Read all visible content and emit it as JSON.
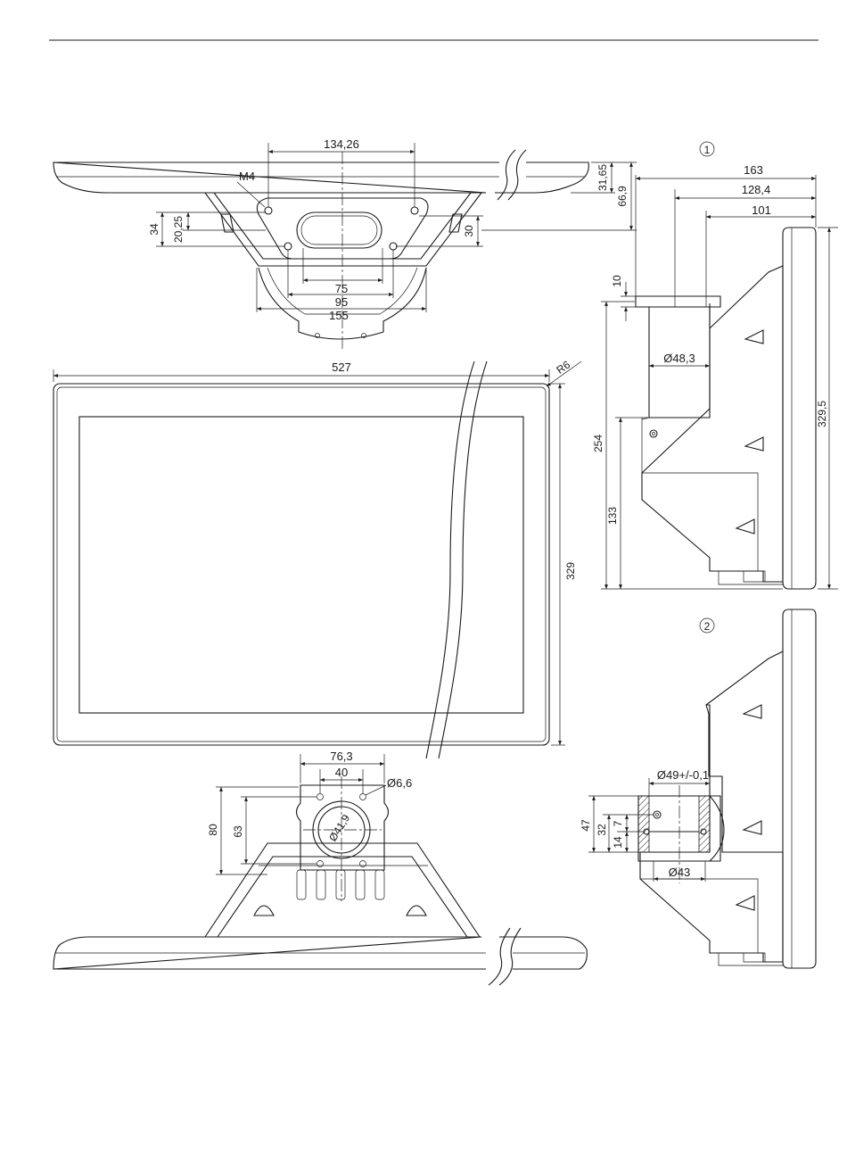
{
  "diagram": {
    "callouts": {
      "view1": "1",
      "view2": "2"
    },
    "top_view": {
      "d_134_26": "134,26",
      "d_m4": "M4",
      "d_31_65": "31,65",
      "d_66_9": "66,9",
      "d_34": "34",
      "d_20_25": "20,25",
      "d_30": "30",
      "d_75": "75",
      "d_95": "95",
      "d_155": "155"
    },
    "front_view": {
      "d_527": "527",
      "d_r6": "R6",
      "d_329": "329"
    },
    "bottom_view": {
      "d_76_3": "76,3",
      "d_40": "40",
      "d_6_6": "Ø6,6",
      "d_41_9": "Ø41,9",
      "d_80": "80",
      "d_63": "63"
    },
    "side_view_1": {
      "d_163": "163",
      "d_128_4": "128,4",
      "d_101": "101",
      "d_10": "10",
      "d_48_3": "Ø48,3",
      "d_254": "254",
      "d_133": "133",
      "d_329_5": "329,5"
    },
    "side_view_2": {
      "d_49": "Ø49+/-0,1",
      "d_47": "47",
      "d_32": "32",
      "d_7": "7",
      "d_14": "14",
      "d_43": "Ø43"
    }
  }
}
